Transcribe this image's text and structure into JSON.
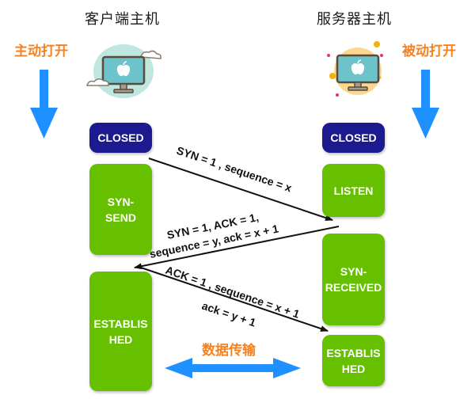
{
  "client": {
    "title": "客户端主机",
    "open_label": "主动打开",
    "icon": "desktop-computer-cloud-icon",
    "states": [
      "CLOSED",
      "SYN-\nSEND",
      "ESTABLIS\nHED"
    ]
  },
  "server": {
    "title": "服务器主机",
    "open_label": "被动打开",
    "icon": "desktop-computer-circle-icon",
    "states": [
      "CLOSED",
      "LISTEN",
      "SYN-\nRECEIVED",
      "ESTABLIS\nHED"
    ]
  },
  "messages": {
    "msg1": "SYN = 1 , sequence = x",
    "msg2_line1": "SYN = 1, ACK = 1,",
    "msg2_line2": "sequence = y, ack = x + 1",
    "msg3_line1": "ACK = 1 , sequence = x + 1",
    "msg3_line2": "ack = y + 1"
  },
  "transfer_label": "数据传输",
  "colors": {
    "closed": "#1c1a8f",
    "state_active": "#66c000",
    "accent_orange": "#f5821f",
    "arrow_blue": "#1e90ff"
  }
}
